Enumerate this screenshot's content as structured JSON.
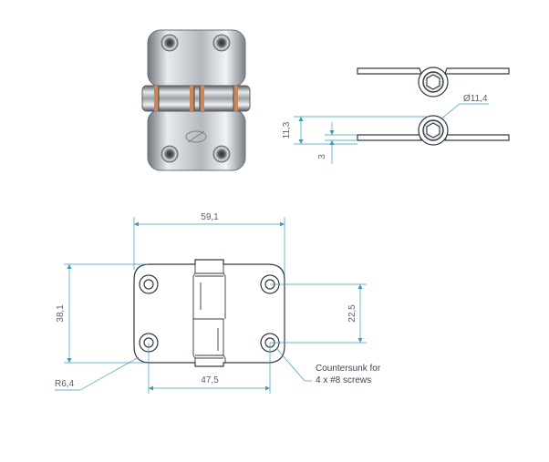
{
  "dimensions": {
    "overall_width": "59,1",
    "height": "38,1",
    "hole_spacing_vertical": "22,5",
    "hole_spacing_horizontal": "47,5",
    "corner_radius": "R6,4",
    "pin_diameter": "Ø11,4",
    "open_height": "11,3",
    "thickness": "3"
  },
  "notes": {
    "countersunk_line1": "Countersunk for",
    "countersunk_line2": "4 x #8 screws"
  },
  "colors": {
    "dimension_line": "#3a9db8",
    "outline": "#333a40",
    "chrome_mid": "#c9ccd0",
    "brass_ring": "#c9875a"
  }
}
